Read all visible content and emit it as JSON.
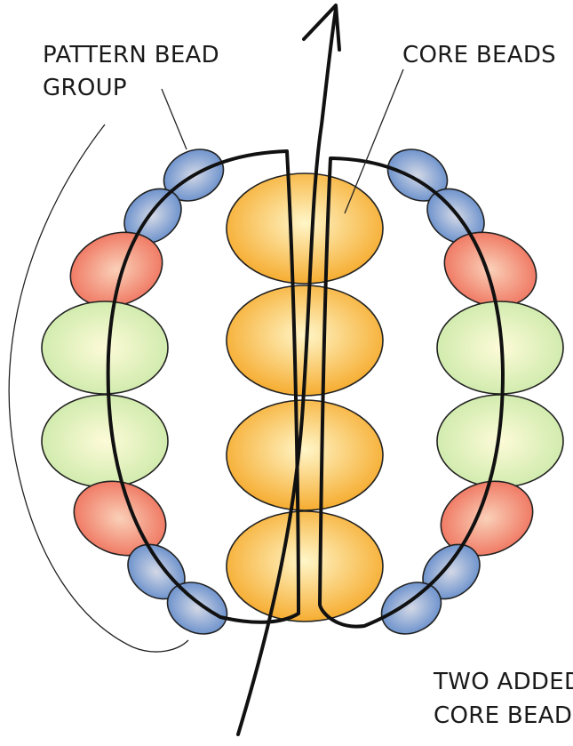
{
  "labels": {
    "pattern_group_line1": "PATTERN BEAD",
    "pattern_group_line2": "GROUP",
    "core_beads": "CORE BEADS",
    "added_core_line1": "TWO ADDED",
    "added_core_line2": "CORE BEADS"
  },
  "colors": {
    "core_bead": "#f5a623",
    "core_bead_light": "#fff6c8",
    "green_bead": "#c9e8a6",
    "green_bead_light": "#fdfbd8",
    "red_bead": "#ee6a55",
    "red_bead_light": "#fad0b8",
    "blue_bead": "#5b86c8",
    "blue_bead_light": "#d3d8e6",
    "thread": "#111111",
    "leader_line": "#222222"
  },
  "beads": {
    "core_count": 4,
    "side_sequence": [
      "blue",
      "blue",
      "red",
      "green",
      "green",
      "red",
      "blue",
      "blue"
    ]
  }
}
